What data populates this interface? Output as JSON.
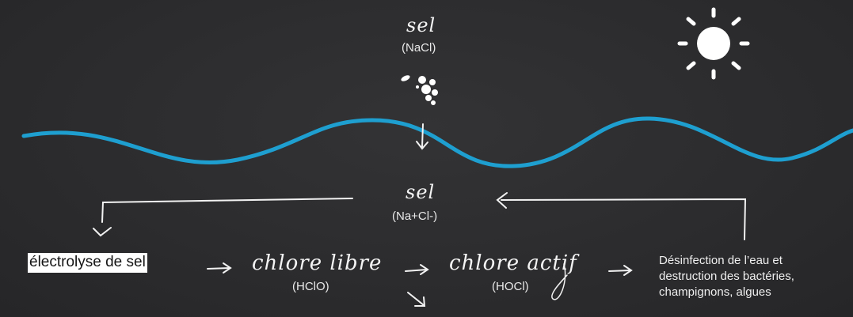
{
  "colors": {
    "background": "#2c2c2e",
    "water": "#1e9fd0",
    "ink": "#f2f2f2",
    "highlight": "#ffffff"
  },
  "icons": {
    "sun": "sun-icon",
    "salt_grains": "salt-grains-icon"
  },
  "salt_top": {
    "name": "sel",
    "formula": "(NaCl)"
  },
  "salt_dissolved": {
    "name": "sel",
    "formula": "(Na+Cl-)"
  },
  "electrolysis": {
    "label": "électrolyse de sel"
  },
  "free_chlorine": {
    "name": "chlore libre",
    "formula": "(HClO)"
  },
  "active_chlorine": {
    "name": "chlore actif",
    "formula": "(HOCl)"
  },
  "result": {
    "line1": "Désinfection de l’eau et",
    "line2": "destruction des bactéries,",
    "line3": "champignons, algues"
  }
}
